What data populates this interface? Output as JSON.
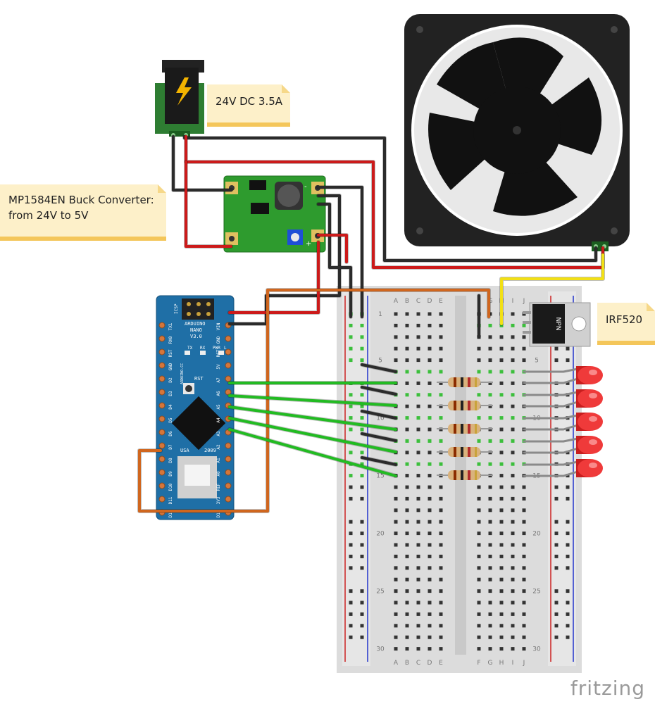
{
  "notes": {
    "power": "24V DC 3.5A",
    "buck_line1": "MP1584EN Buck Converter:",
    "buck_line2": "from 24V to 5V",
    "transistor": "IRF520"
  },
  "arduino": {
    "line1": "ARDUINO",
    "line2": "NANO",
    "line3": "V3.0",
    "rst": "RST",
    "usa": "USA",
    "year": "2009",
    "icsp": "ICSP",
    "tx": "TX",
    "rx": "RX",
    "pwr": "PWR",
    "l": "L",
    "arduino_cc": "ARDUINO.CC",
    "pins_left": [
      "D12",
      "D11",
      "D10",
      "D9",
      "D8",
      "D7",
      "D6",
      "D5",
      "D4",
      "D3",
      "D2",
      "GND",
      "RST",
      "RX0",
      "TX1"
    ],
    "pins_right": [
      "D13",
      "3V3",
      "REF",
      "A0",
      "A1",
      "A2",
      "A3",
      "A4",
      "A5",
      "A6",
      "A7",
      "5V",
      "RST",
      "GND",
      "VIN"
    ]
  },
  "transistor_label": "NPN",
  "buck_marks": {
    "minus": "-",
    "plus": "+"
  },
  "breadboard": {
    "cols_left": [
      "A",
      "B",
      "C",
      "D",
      "E"
    ],
    "cols_right": [
      "F",
      "G",
      "H",
      "I",
      "J"
    ],
    "row_numbers": [
      "1",
      "5",
      "10",
      "15",
      "20",
      "25",
      "30"
    ]
  },
  "watermark": "fritzing",
  "colors": {
    "red_wire": "#cc1a1a",
    "black_wire": "#2b2b2b",
    "green_wire": "#22bb22",
    "orange_wire": "#d0661e",
    "yellow_wire": "#f2e015"
  }
}
